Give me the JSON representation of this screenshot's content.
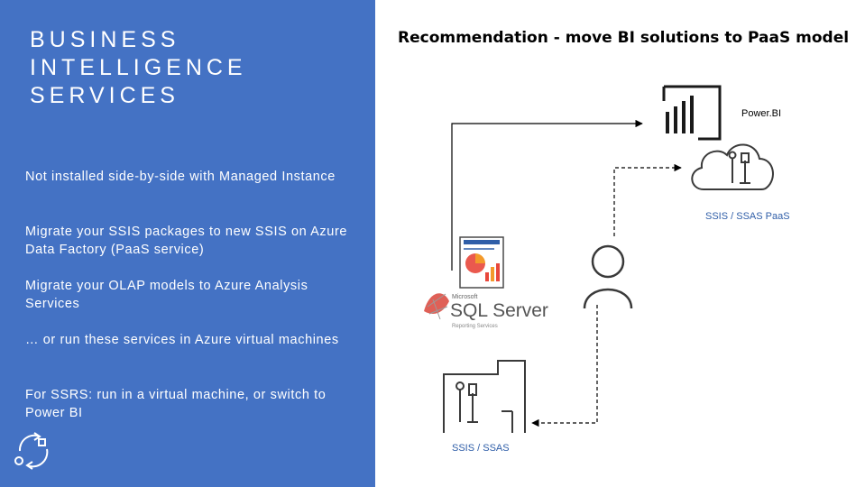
{
  "left": {
    "title_lines": [
      "BUSINESS",
      "INTELLIGENCE",
      "SERVICES"
    ],
    "bullets": [
      "Not installed side-by-side with Managed Instance",
      "Migrate your SSIS packages to new SSIS on Azure Data Factory (PaaS service)",
      "Migrate your OLAP models to Azure Analysis Services",
      "… or run these services in Azure virtual machines",
      "For SSRS: run in a virtual machine, or switch to Power BI"
    ]
  },
  "right": {
    "title": "Recommendation - move BI solutions to PaaS model",
    "powerbi_label": "Power.BI",
    "paas_label": "SSIS / SSAS PaaS",
    "onprem_label": "SSIS / SSAS",
    "sql_logo": {
      "small": "Microsoft",
      "big": "SQL Server",
      "sub": "Reporting Services"
    }
  },
  "colors": {
    "panel": "#4472c4",
    "accent_text": "#2f5ea8",
    "icon_stroke": "#3a3a3a",
    "chart_red": "#e8473b",
    "chart_orange": "#f39a2b"
  }
}
